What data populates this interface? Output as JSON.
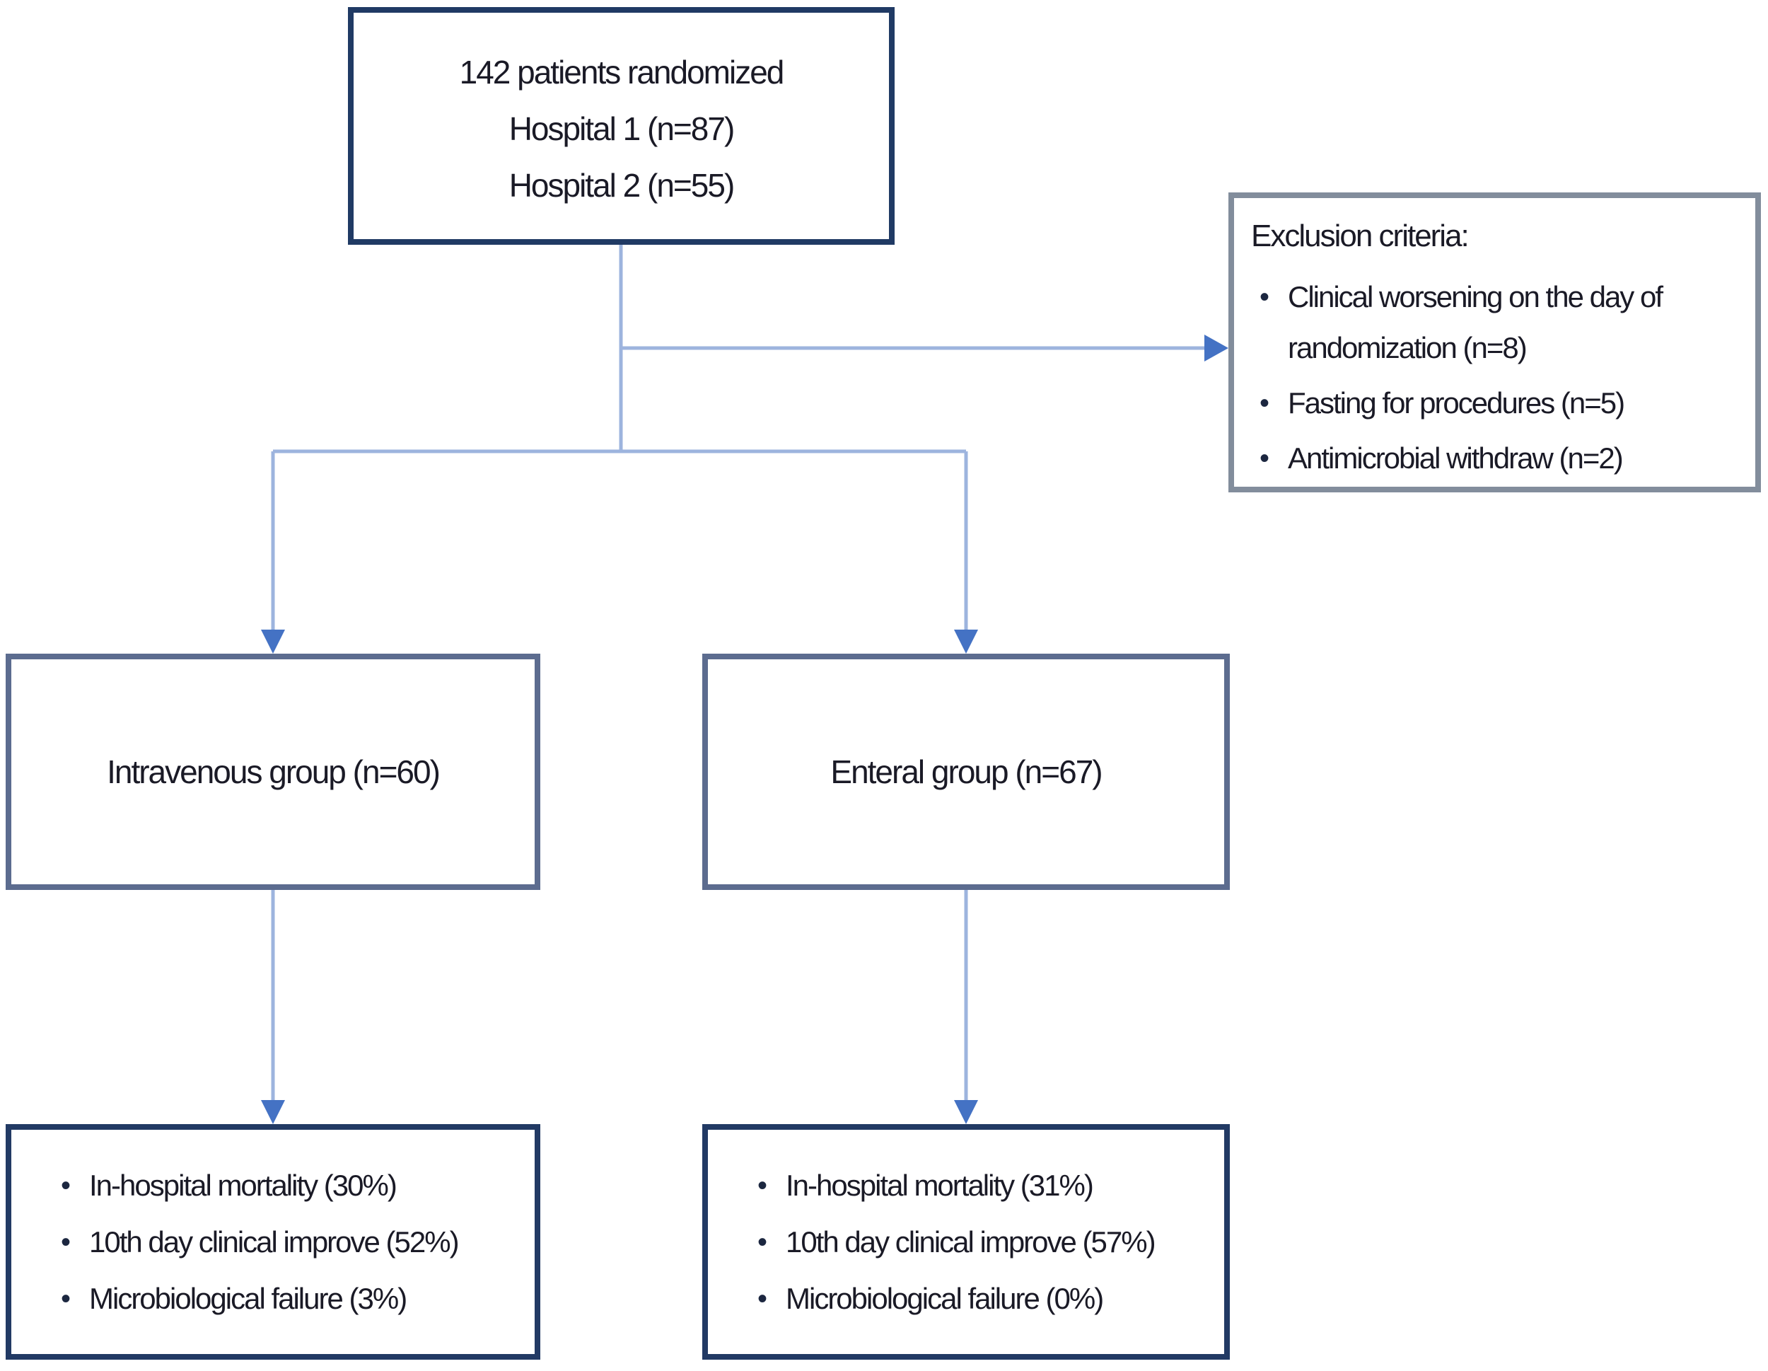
{
  "diagram": {
    "kind": "patient-randomization-flowchart",
    "randomized_box": {
      "lines": [
        "142 patients randomized",
        "Hospital 1 (n=87)",
        "Hospital 2 (n=55)"
      ]
    },
    "exclusion_box": {
      "title": "Exclusion criteria:",
      "items": [
        "Clinical worsening on the day of randomization (n=8)",
        "Fasting for procedures (n=5)",
        "Antimicrobial withdraw (n=2)"
      ]
    },
    "intravenous_box": {
      "label": "Intravenous group (n=60)"
    },
    "enteral_box": {
      "label": "Enteral group (n=67)"
    },
    "intravenous_outcomes_box": {
      "items": [
        "In-hospital mortality (30%)",
        "10th day clinical improve (52%)",
        "Microbiological failure (3%)"
      ]
    },
    "enteral_outcomes_box": {
      "items": [
        "In-hospital mortality (31%)",
        "10th day clinical improve (57%)",
        "Microbiological failure (0%)"
      ]
    },
    "bullet_char": "•",
    "colors": {
      "background": "#FFFFFF",
      "connector_line": "#9DB4DE",
      "arrowhead": "#4472C4",
      "border_dark_navy": "#203A64",
      "border_slate": "#5C6C8F",
      "border_gray": "#828D9C",
      "text": "#1A1A26"
    }
  }
}
